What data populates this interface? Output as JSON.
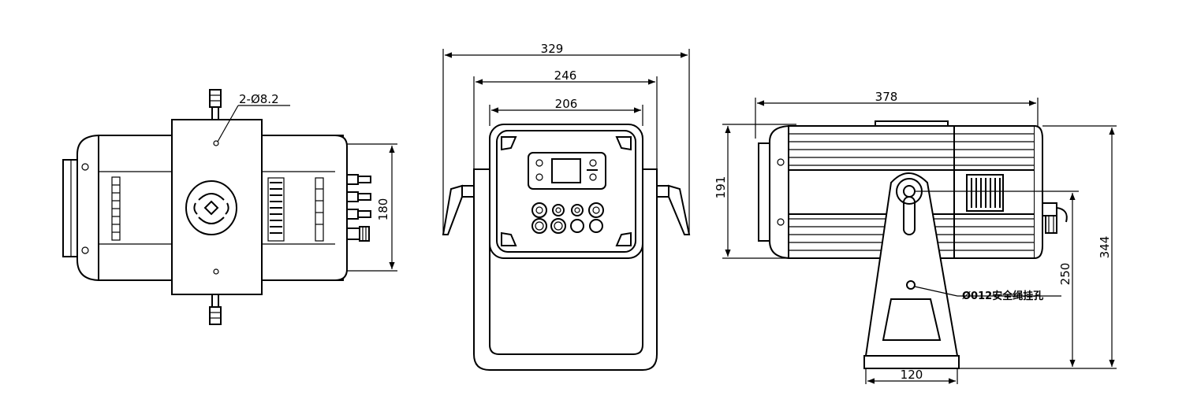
{
  "top_view": {
    "hole_label": "2-Ø8.2",
    "height_dim": "180"
  },
  "front_view": {
    "overall_width_dim": "329",
    "bracket_width_dim": "246",
    "body_width_dim": "206"
  },
  "side_view": {
    "length_dim": "378",
    "body_height_dim": "191",
    "pivot_height_dim": "250",
    "overall_height_dim": "344",
    "base_width_dim": "120",
    "safety_hole_note": "Ø012安全绳挂孔"
  }
}
